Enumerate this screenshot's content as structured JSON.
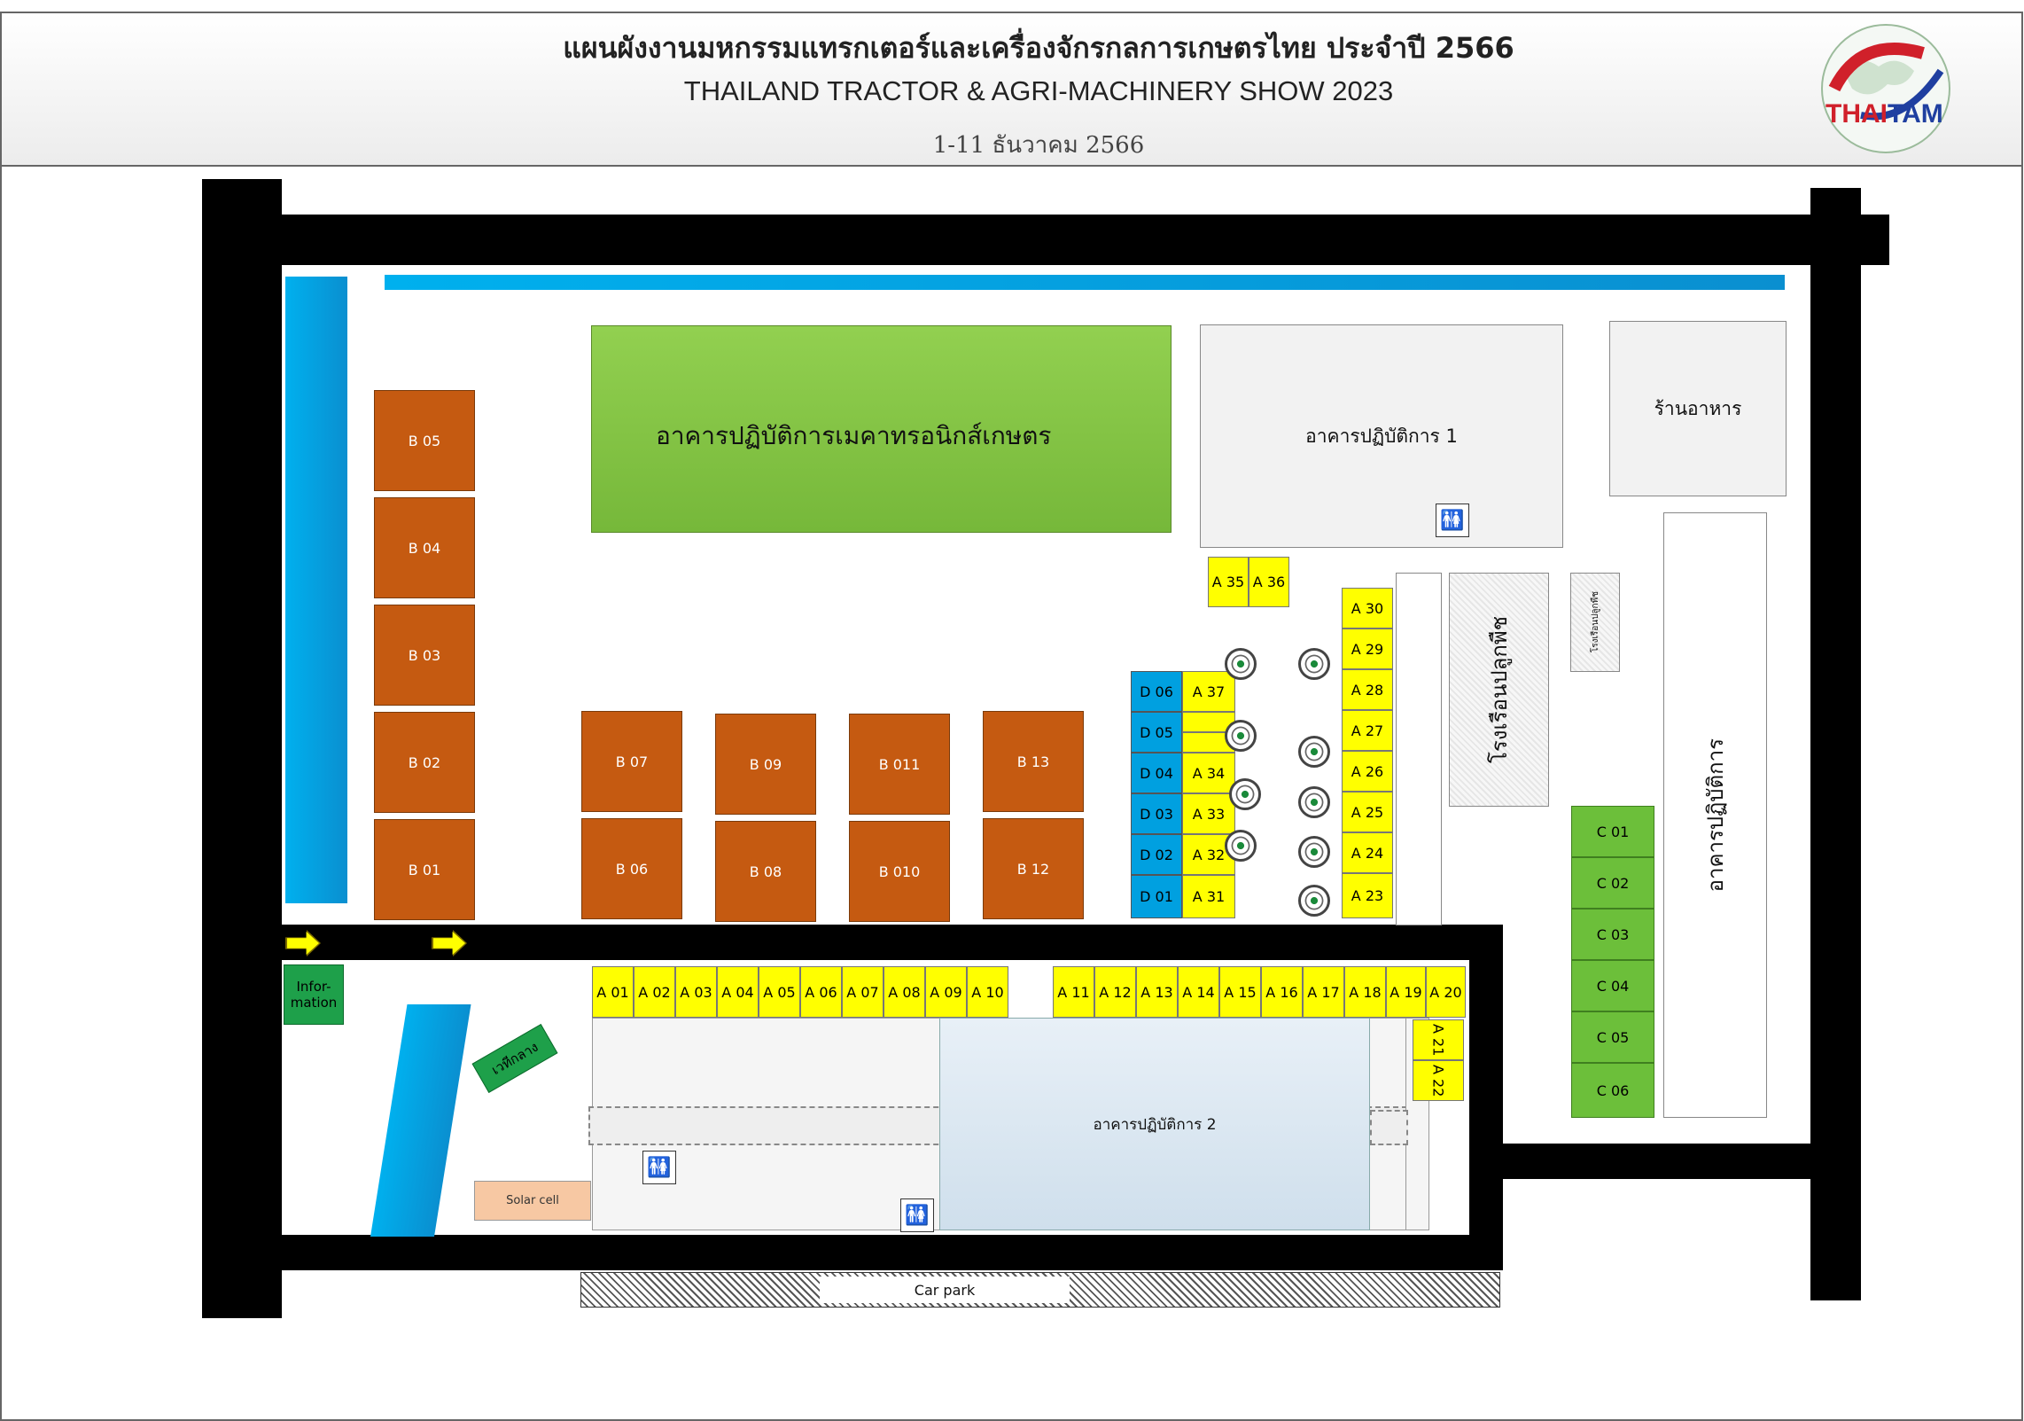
{
  "header": {
    "title_th": "แผนผังงานมหกรรมแทรกเตอร์และเครื่องจักรกลการเกษตรไทย ประจำปี 2566",
    "title_en": "THAILAND TRACTOR & AGRI-MACHINERY SHOW 2023",
    "dates": "1-11 ธันวาคม 2566",
    "logo_text_red": "THAI",
    "logo_text_blue": "TAM"
  },
  "buildings": {
    "mechatronics": "อาคารปฏิบัติการเมคาทรอนิกส์เกษตร",
    "building1": "อาคารปฏิบัติการ 1",
    "restaurant": "ร้านอาหาร",
    "building_right": "อาคารปฏิบัติการ",
    "greenhouse": "โรงเรือนปลูกพืช",
    "small_greenhouse": "โรงเรือนปลูกพืช",
    "building2": "อาคารปฏิบัติการ 2",
    "stage": "เวทีกลาง",
    "information": "Infor-\nmation",
    "solar": "Solar cell",
    "carpark": "Car park"
  },
  "booths": {
    "b_left": [
      "B 05",
      "B 04",
      "B 03",
      "B 02",
      "B 01"
    ],
    "b_top": [
      "B 07",
      "B 09",
      "B 011",
      "B 13"
    ],
    "b_bottom": [
      "B 06",
      "B 08",
      "B 010",
      "B 12"
    ],
    "a_top_pair": [
      "A 35",
      "A 36"
    ],
    "d_col": [
      "D 06",
      "D 05",
      "D 04",
      "D 03",
      "D 02",
      "D 01"
    ],
    "a_mid_col": [
      "A 37",
      "",
      "A 34",
      "A 33",
      "A 32",
      "A 31"
    ],
    "a_right_col": [
      "A 30",
      "A 29",
      "A 28",
      "A 27",
      "A 26",
      "A 25",
      "A 24",
      "A 23"
    ],
    "a_row_left": [
      "A 01",
      "A 02",
      "A 03",
      "A 04",
      "A 05",
      "A 06",
      "A 07",
      "A 08",
      "A 09",
      "A 10"
    ],
    "a_row_right": [
      "A 11",
      "A 12",
      "A 13",
      "A 14",
      "A 15",
      "A 16",
      "A 17",
      "A 18",
      "A 19",
      "A 20"
    ],
    "a_vertical": [
      "A 21",
      "A 22"
    ],
    "c_col": [
      "C 01",
      "C 02",
      "C 03",
      "C 04",
      "C 05",
      "C 06"
    ]
  },
  "colors": {
    "road": "#000000",
    "water": "#00b0f0",
    "b_booth": "#c55a11",
    "a_booth": "#ffff00",
    "d_booth": "#00a0e0",
    "c_booth": "#6cbf3a",
    "mechatronics": "#92d050",
    "building2": "#dbe7f2"
  },
  "icons": {
    "restroom": "restroom-icon",
    "tree": "tree-icon",
    "arrow": "arrow-right-icon"
  }
}
